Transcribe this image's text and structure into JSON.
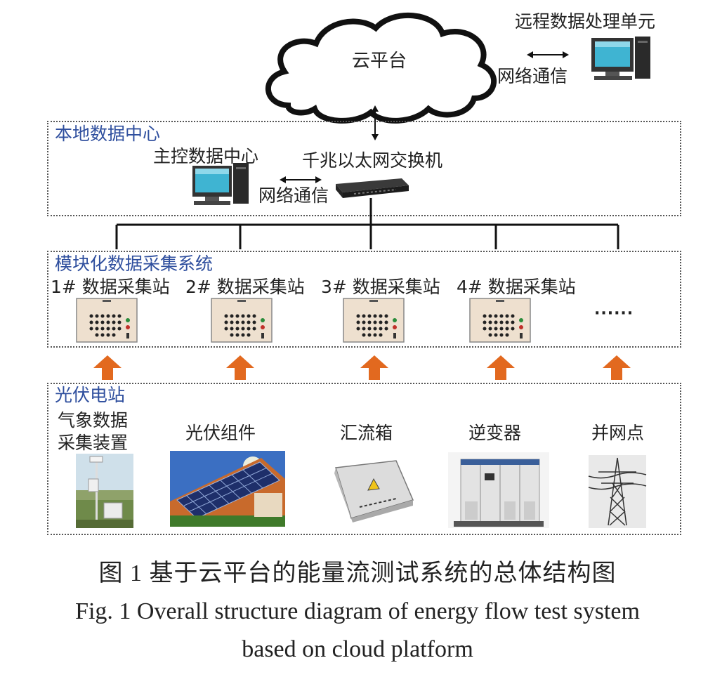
{
  "cloud": {
    "label": "云平台"
  },
  "remote": {
    "label": "远程数据处理单元",
    "link_label": "网络通信"
  },
  "local_center": {
    "title": "本地数据中心",
    "master_label": "主控数据中心",
    "switch_label": "千兆以太网交换机",
    "link_label": "网络通信"
  },
  "acquisition": {
    "title": "模块化数据采集系统",
    "stations": [
      "1# 数据采集站",
      "2# 数据采集站",
      "3# 数据采集站",
      "4# 数据采集站"
    ],
    "ellipsis": "······"
  },
  "pv_station": {
    "title": "光伏电站",
    "components": [
      {
        "label_line1": "气象数据",
        "label_line2": "采集装置"
      },
      {
        "label_line1": "光伏组件"
      },
      {
        "label_line1": "汇流箱"
      },
      {
        "label_line1": "逆变器"
      },
      {
        "label_line1": "并网点"
      }
    ]
  },
  "caption": {
    "zh": "图 1  基于云平台的能量流测试系统的总体结构图",
    "en_line1": "Fig. 1  Overall structure diagram of energy flow test system",
    "en_line2": "based on cloud platform"
  },
  "colors": {
    "label_blue": "#2f4f9e",
    "arrow_orange": "#e2691f",
    "line": "#222222"
  }
}
